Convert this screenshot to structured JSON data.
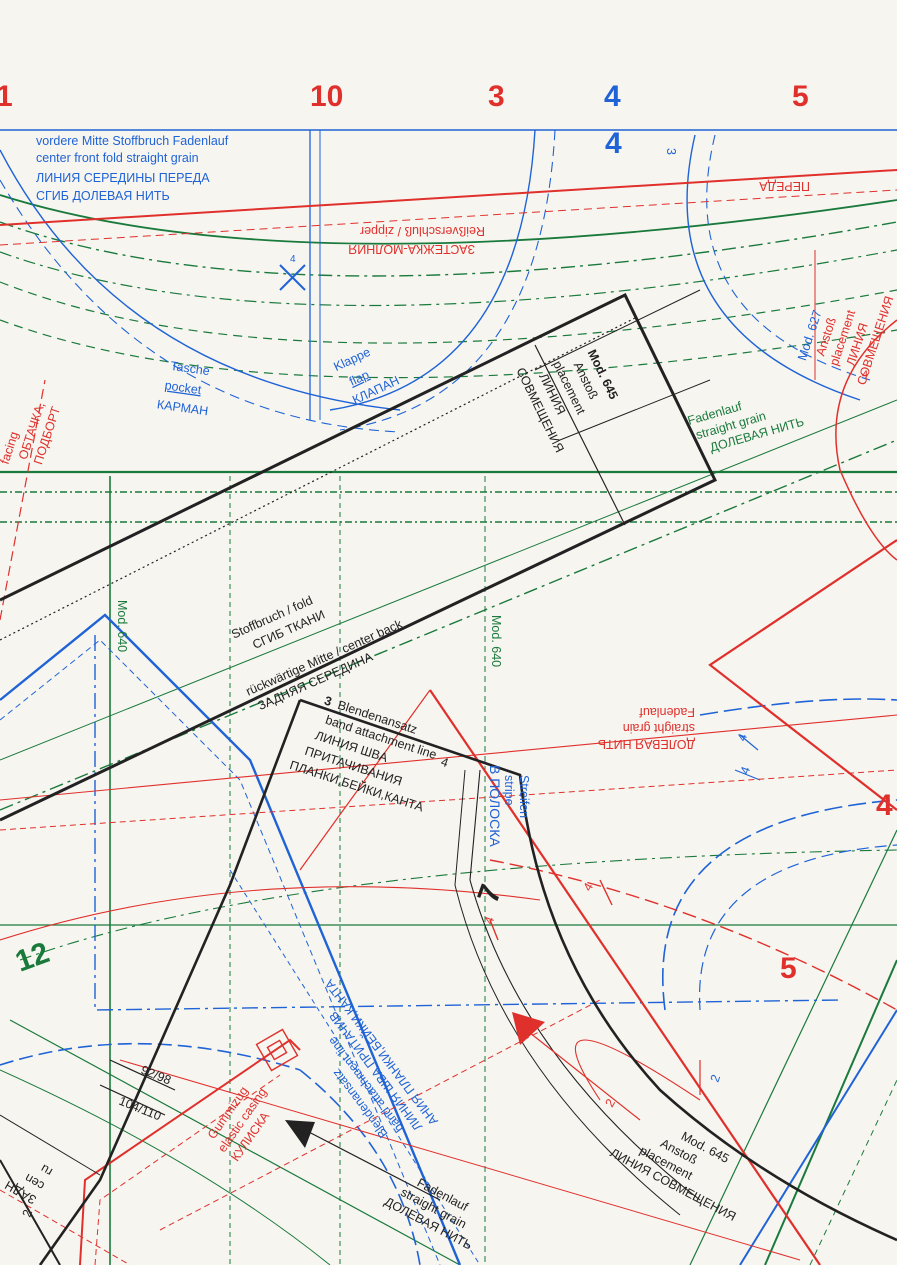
{
  "colors": {
    "paper": "#f7f5f0",
    "red": "#e0302c",
    "blue": "#1f63d6",
    "green": "#1a7a3c",
    "black": "#222222"
  },
  "section_numbers": {
    "n1": "1",
    "n10": "10",
    "n3": "3",
    "n4": "4",
    "n5": "5",
    "n4_inner": "4",
    "n12": "12",
    "n7": "7",
    "n5_red": "5",
    "n4_red_edge": "4"
  },
  "labels": {
    "front": {
      "l1": "vordere Mitte Stoffbruch Fadenlauf",
      "l2": "center front fold straight grain",
      "l3": "ЛИНИЯ СЕРЕДИНЫ ПЕРЕДА",
      "l4": "СГИБ ДОЛЕВАЯ НИТЬ"
    },
    "zipper": {
      "l1": "Reißverschluß / zipper",
      "l2": "ЗАСТЕЖКА-МОЛНИЯ"
    },
    "pereda": "ПЕРЕДА",
    "pocket": {
      "l1": "Tasche",
      "l2": "pocket",
      "l3": "КАРМАН"
    },
    "flap": {
      "l1": "Klappe",
      "l2": "flap",
      "l3": "КЛАПАН"
    },
    "facing": {
      "l1": "facing",
      "l2": "ОБТАЧКА,",
      "l3": "ПОДБОРТ"
    },
    "mod645_top": {
      "l1": "Mod. 645",
      "l2": "Anstoß",
      "l3": "placement",
      "l4": "ЛИНИЯ",
      "l5": "СОВМЕЩЕНИЯ"
    },
    "grain_green": {
      "l1": "Fadenlauf",
      "l2": "straight grain",
      "l3": "ДОЛЕВАЯ НИТЬ"
    },
    "mod627": {
      "l1": "Mod. 627",
      "l2": "Anstoß",
      "l3": "placement",
      "l4": "ЛИНИЯ",
      "l5": "СОВМЕЩЕНИЯ"
    },
    "fold_back": {
      "l1": "Stoffbruch / fold",
      "l2": "СГИБ ТКАНИ",
      "l3": "rückwärtige Mitte / center back",
      "l4": "ЗАДНЯЯ СЕРЕДИНА"
    },
    "mod640_a": "Mod. 640",
    "mod640_b": "Mod. 640",
    "grain_red": {
      "l1": "Fadenlauf",
      "l2": "straight grain",
      "l3": "ДОЛЕВАЯ НИТЬ"
    },
    "band": {
      "num": "3",
      "l1": "Blendenansatz",
      "l2": "band attachment line",
      "l3": "ЛИНИЯ ШВА",
      "l4": "ПРИТАЧИВАНИЯ",
      "l5": "ПЛАНКИ,БЕЙКИ,КАНТА"
    },
    "stripe": {
      "l1": "Streifen",
      "l2": "stripe",
      "l3": "В ПОЛОСКА"
    },
    "band_blue": {
      "l1": "Blendenansatz",
      "l2": "band attachment line",
      "l3": "ЛИНИЯ ШВА ПРИТАЧИВ",
      "l4": "АНИЯ ПЛАНКИ,БЕЙКИ,КАНТА"
    },
    "elastic": {
      "l1": "Gummizug",
      "l2": "elastic casing",
      "l3": "КУЛИСКА"
    },
    "sizes": {
      "s1": "92/98",
      "s2": "104/110"
    },
    "grain_black": {
      "l1": "Fadenlauf",
      "l2": "straight grain",
      "l3": "ДОЛЕВАЯ НИТЬ"
    },
    "mod645_bottom": {
      "l1": "Mod. 645",
      "l2": "Anstoß",
      "l3": "placement",
      "l4": "ЛИНИЯ СОВМЕЩЕНИЯ"
    },
    "corner_left": {
      "l1": "ЗАДН",
      "l2": "cen",
      "l3": "ru"
    },
    "notches": {
      "a": "4",
      "b": "4",
      "c": "4",
      "d": "4",
      "e": "4",
      "f": "3",
      "g": "4",
      "h": "2",
      "i": "2",
      "j": "4",
      "k": "2"
    }
  }
}
